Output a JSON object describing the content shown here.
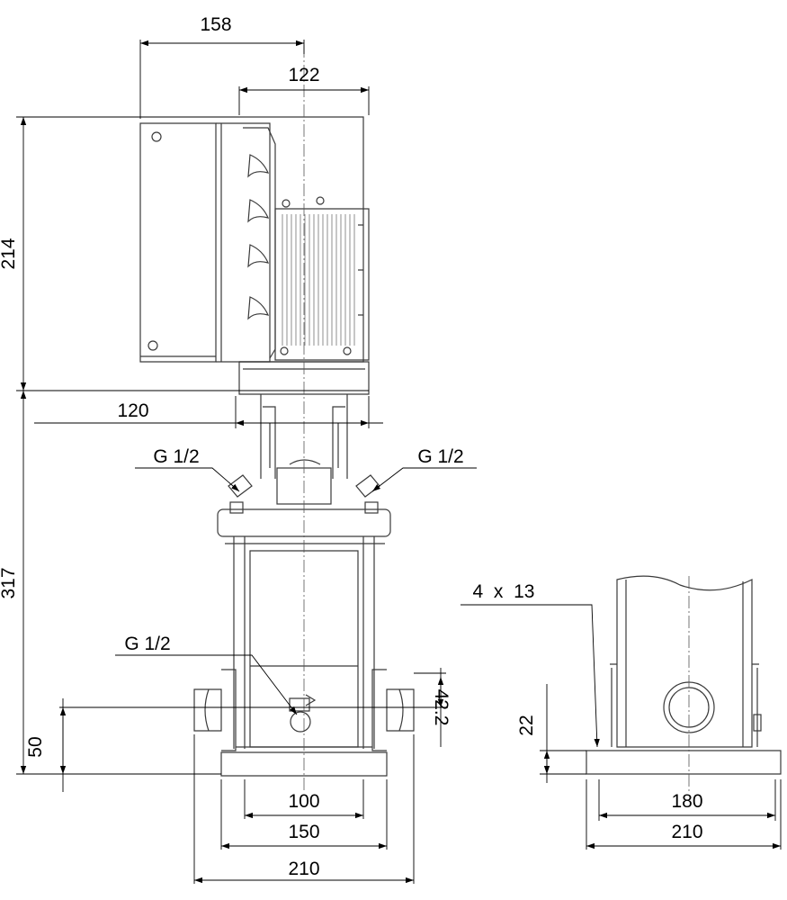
{
  "front_view": {
    "dim_overall_width": "158",
    "dim_motor_width": "122",
    "dim_motor_height": "214",
    "dim_pump_height": "317",
    "dim_coupling_width": "120",
    "label_vent_left": "G 1/2",
    "label_vent_right": "G 1/2",
    "label_drain": "G 1/2",
    "dim_port_offset": "42.2",
    "dim_port_height": "50",
    "dim_base_inner": "100",
    "dim_base_mid": "150",
    "dim_base_outer": "210"
  },
  "side_view": {
    "label_holes": "4  x  13",
    "dim_base_thickness": "22",
    "dim_hole_spacing": "180",
    "dim_base_width": "210"
  }
}
